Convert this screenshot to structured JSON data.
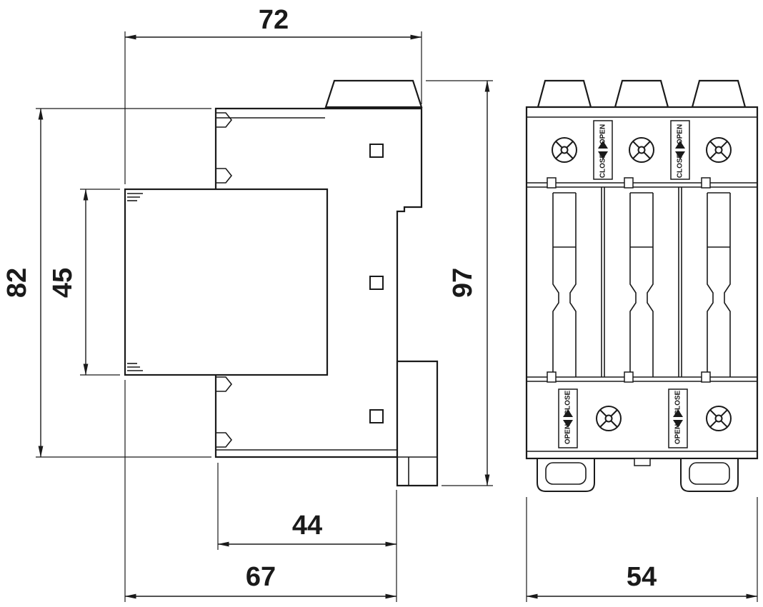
{
  "page": {
    "type": "technical dimensional drawing, two views of DIN-rail surge protection device",
    "background_color": "#ffffff",
    "line_color": "#1a1a1a"
  },
  "dimensions": {
    "top_width": "72",
    "overall_height": "82",
    "module_height": "45",
    "total_height": "97",
    "inner_depth": "44",
    "overall_depth": "67",
    "front_width": "54"
  },
  "labels": {
    "open": "OPEN",
    "close": "CLOSE"
  }
}
